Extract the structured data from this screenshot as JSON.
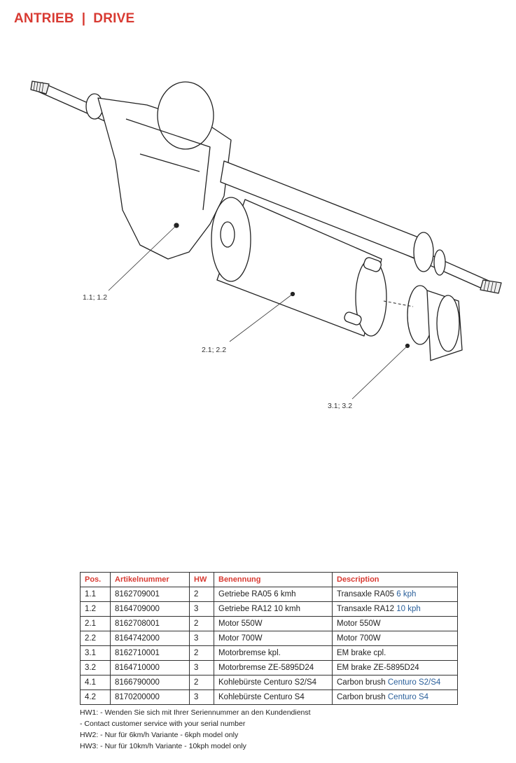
{
  "header": {
    "title": "ANTRIEB  |  DRIVE"
  },
  "diagram": {
    "callouts": [
      {
        "label": "1.1; 1.2"
      },
      {
        "label": "2.1; 2.2"
      },
      {
        "label": "3.1; 3.2"
      }
    ]
  },
  "table": {
    "headers": [
      "Pos.",
      "Artikelnummer",
      "HW",
      "Benennung",
      "Description"
    ],
    "rows": [
      {
        "pos": "1.1",
        "art": "8162709001",
        "hw": "2",
        "de": "Getriebe RA05 6 kmh",
        "en": "Transaxle RA05 ",
        "en_var": "6 kph"
      },
      {
        "pos": "1.2",
        "art": "8164709000",
        "hw": "3",
        "de": "Getriebe RA12 10 kmh",
        "en": "Transaxle RA12 ",
        "en_var": "10 kph"
      },
      {
        "pos": "2.1",
        "art": "8162708001",
        "hw": "2",
        "de": "Motor 550W",
        "en": "Motor 550W",
        "en_var": ""
      },
      {
        "pos": "2.2",
        "art": "8164742000",
        "hw": "3",
        "de": "Motor 700W",
        "en": "Motor 700W",
        "en_var": ""
      },
      {
        "pos": "3.1",
        "art": "8162710001",
        "hw": "2",
        "de": "Motorbremse kpl.",
        "en": "EM brake cpl.",
        "en_var": ""
      },
      {
        "pos": "3.2",
        "art": "8164710000",
        "hw": "3",
        "de": "Motorbremse ZE-5895D24",
        "en": "EM brake ZE-5895D24",
        "en_var": ""
      },
      {
        "pos": "4.1",
        "art": "8166790000",
        "hw": "2",
        "de": "Kohlebürste Centuro S2/S4",
        "en": "Carbon brush ",
        "en_var": "Centuro S2/S4"
      },
      {
        "pos": "4.2",
        "art": "8170200000",
        "hw": "3",
        "de": "Kohlebürste Centuro S4",
        "en": "Carbon brush ",
        "en_var": "Centuro S4"
      }
    ]
  },
  "footnotes": [
    "HW1: - Wenden Sie sich mit Ihrer Seriennummer an den Kundendienst",
    "- Contact customer service with your serial number",
    "HW2: - Nur für 6km/h Variante - 6kph model only",
    "HW3: - Nur für 10km/h Variante - 10kph model only"
  ]
}
